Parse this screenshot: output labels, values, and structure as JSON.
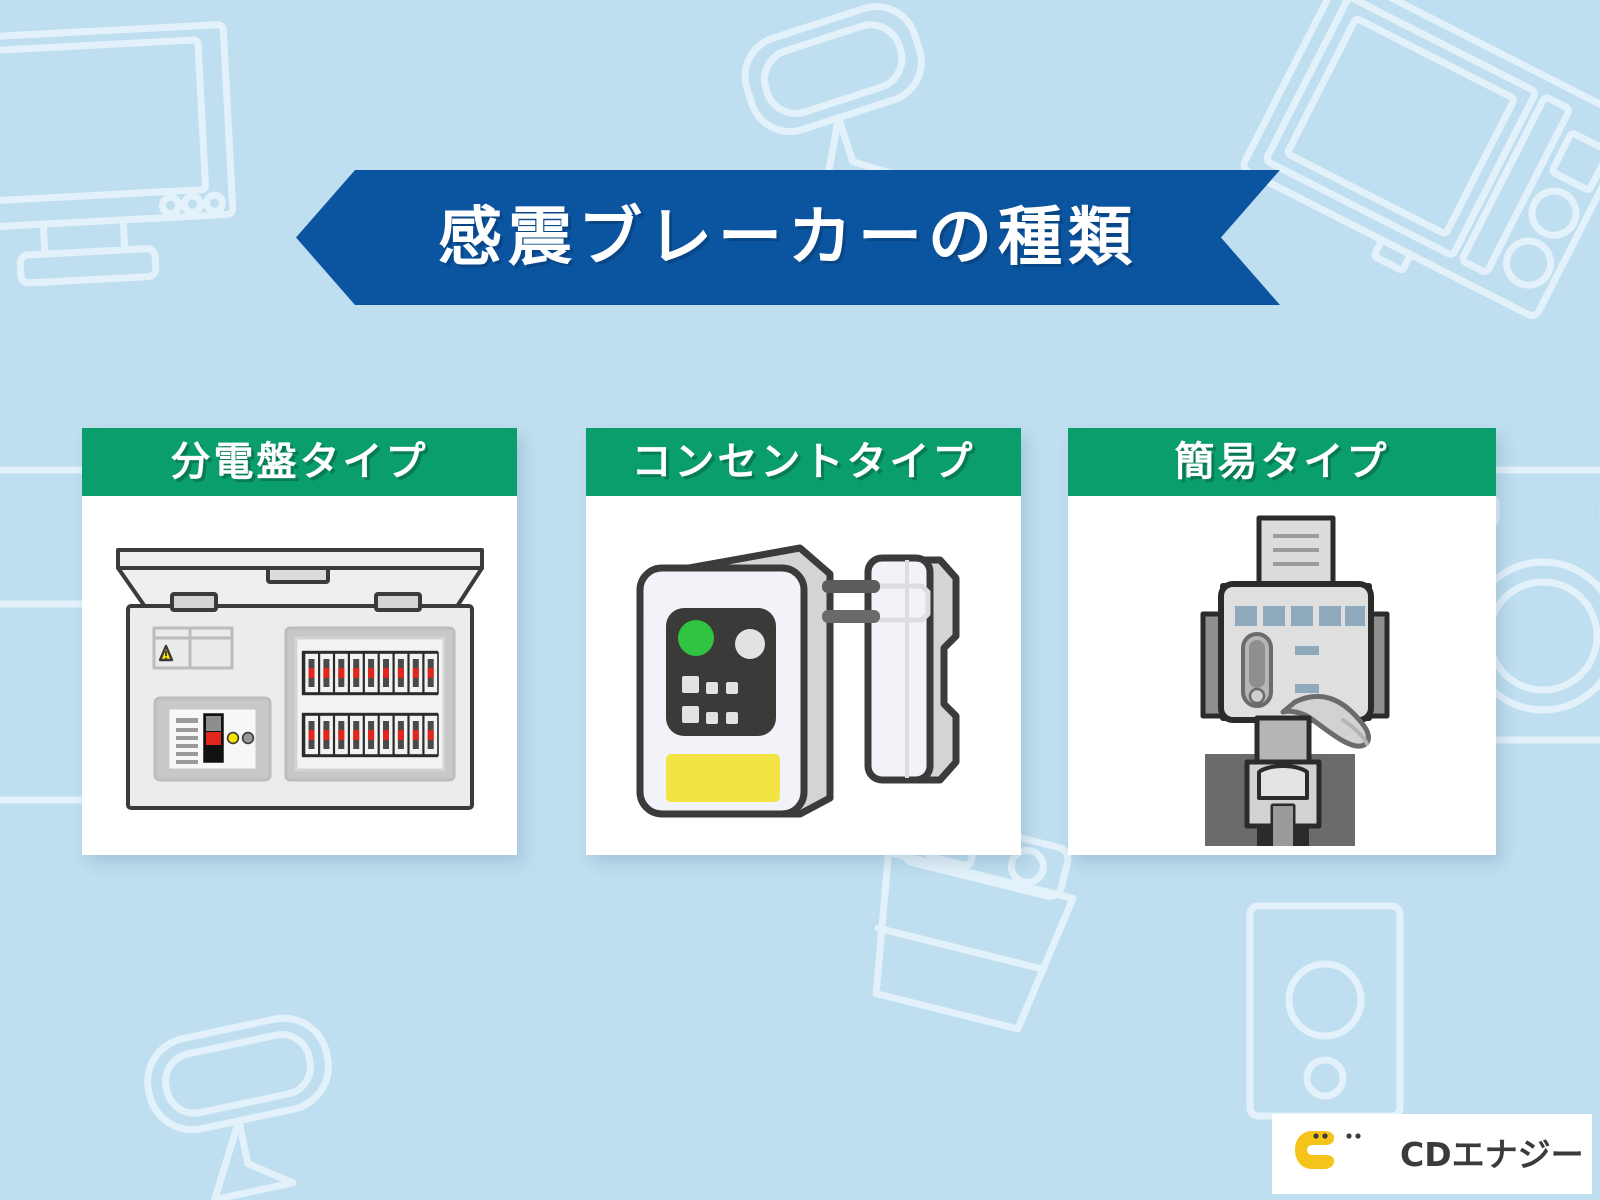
{
  "page": {
    "background_color": "#bfdff0",
    "accent_blue": "#0b54a0",
    "accent_green": "#0a9e6c"
  },
  "title": {
    "text": "感震ブレーカーの種類",
    "banner_color": "#0b54a0",
    "text_color": "#ffffff"
  },
  "cards": [
    {
      "id": "bunden-ban",
      "title": "分電盤タイプ",
      "illustration": "distribution-board-breaker",
      "header_color": "#0a9e6c"
    },
    {
      "id": "consent",
      "title": "コンセントタイプ",
      "illustration": "outlet-breaker-with-plug",
      "header_color": "#0a9e6c"
    },
    {
      "id": "kani",
      "title": "簡易タイプ",
      "illustration": "simple-mechanical-breaker",
      "header_color": "#0a9e6c"
    }
  ],
  "logo": {
    "text": "CDエナジー",
    "mark_left_color": "#f6c31b",
    "mark_right_color": "#28a3e0",
    "text_color": "#3b3b3b"
  }
}
